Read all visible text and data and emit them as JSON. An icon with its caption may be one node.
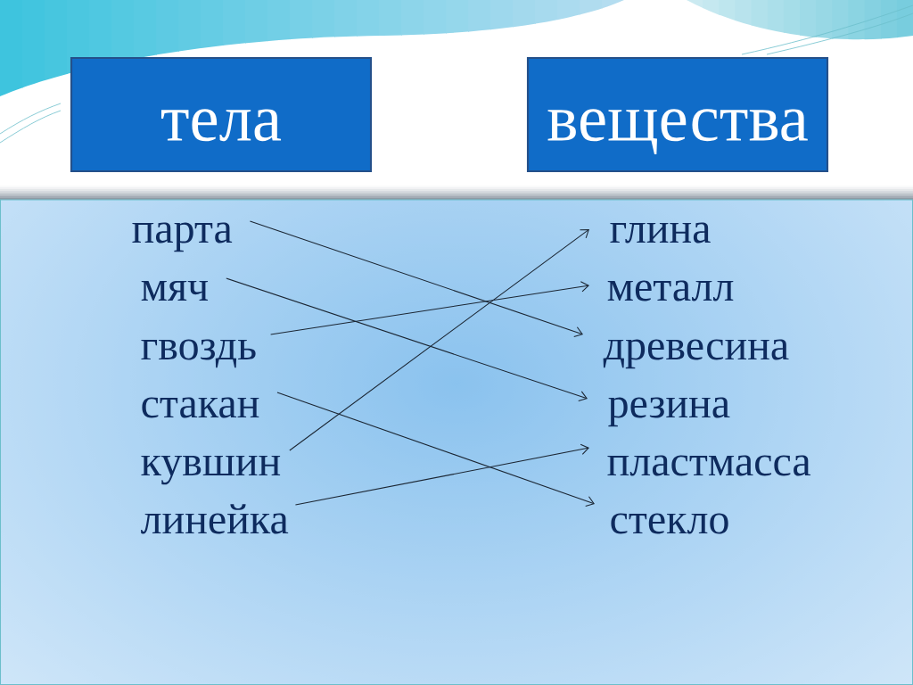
{
  "diagram": {
    "nodes": [
      {
        "text": [
          "тела"
        ]
      },
      {
        "text": [
          "вещества"
        ]
      },
      {
        "text": [
          "парта"
        ]
      },
      {
        "text": [
          "мяч"
        ]
      },
      {
        "text": [
          "гвоздь"
        ]
      },
      {
        "text": [
          "стакан"
        ]
      },
      {
        "text": [
          "кувшин"
        ]
      },
      {
        "text": [
          "линейка"
        ]
      },
      {
        "text": [
          "глина"
        ]
      },
      {
        "text": [
          "металл"
        ]
      },
      {
        "text": [
          "древесина"
        ]
      },
      {
        "text": [
          "резина"
        ]
      },
      {
        "text": [
          "пластмасса"
        ]
      },
      {
        "text": [
          "стекло"
        ]
      }
    ],
    "edges": [
      {
        "from": 2,
        "to": 10,
        "arrow": "to"
      },
      {
        "from": 3,
        "to": 11,
        "arrow": "to"
      },
      {
        "from": 4,
        "to": 9,
        "arrow": "to"
      },
      {
        "from": 5,
        "to": 13,
        "arrow": "to"
      },
      {
        "from": 6,
        "to": 8,
        "arrow": "to"
      },
      {
        "from": 7,
        "to": 12,
        "arrow": "to"
      }
    ]
  }
}
